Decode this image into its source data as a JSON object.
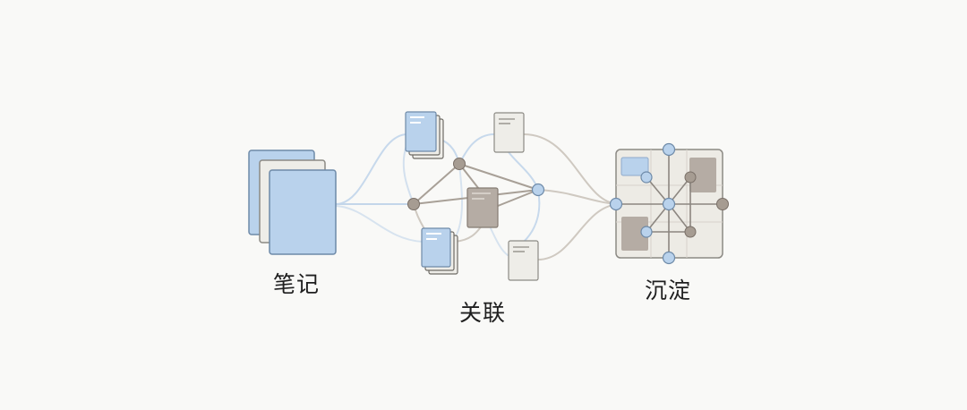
{
  "stages": {
    "notes": {
      "label": "笔记"
    },
    "link": {
      "label": "关联"
    },
    "settle": {
      "label": "沉淀"
    }
  },
  "colors": {
    "background": "#f9f9f7",
    "blue_fill": "#b9d2ec",
    "blue_stroke": "#6e8aa8",
    "grey_node": "#a69c92",
    "card_fill": "#eeede8",
    "card_stroke": "#8c8a84",
    "brown_block": "#b5aca4",
    "board_fill": "#edebe5",
    "connector_blue": "#c7d9ec",
    "connector_grey": "#bdb6ad"
  },
  "icons": [
    "document-stack-icon",
    "document-icon",
    "graph-node-icon",
    "knowledge-board-icon"
  ]
}
